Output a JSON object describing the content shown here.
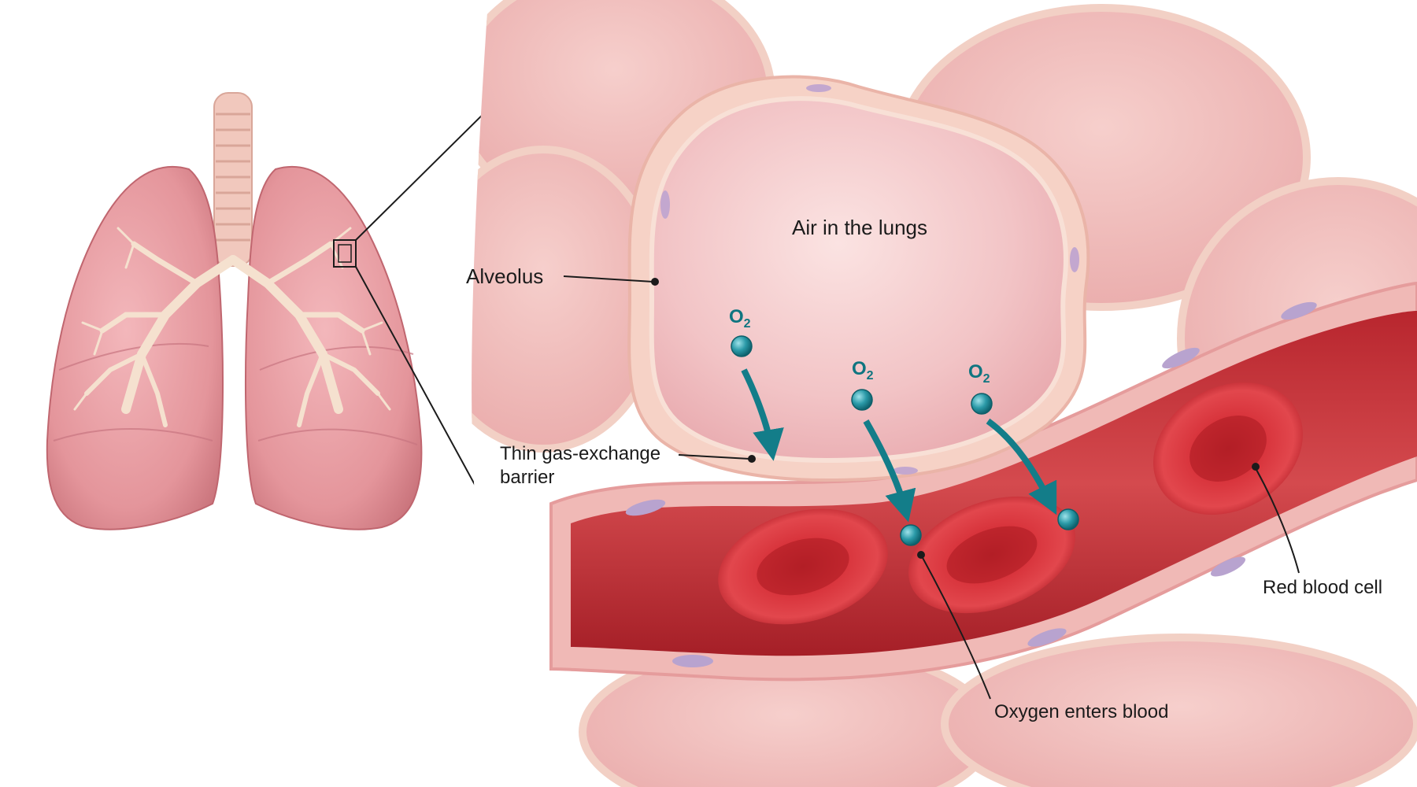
{
  "labels": {
    "air": "Air in the lungs",
    "alveolus": "Alveolus",
    "barrier_line1": "Thin gas-exchange",
    "barrier_line2": "barrier",
    "red_blood_cell": "Red blood cell",
    "oxygen_enters": "Oxygen enters blood"
  },
  "molecules": [
    {
      "symbol": "O",
      "subscript": "2"
    },
    {
      "symbol": "O",
      "subscript": "2"
    },
    {
      "symbol": "O",
      "subscript": "2"
    }
  ],
  "colors": {
    "lung": "#e79aa0",
    "lung_dark": "#c96f78",
    "trachea": "#f1c8bd",
    "bronchi": "#f3dcc9",
    "alveolus_wall": "#f6d2c6",
    "alveolus_inner": "#f2c2c6",
    "capillary": "#c9343c",
    "vessel_wall": "#f0b7b4",
    "rbc": "#d8323a",
    "rbc_center": "#b81f28",
    "nucleus": "#b8a3cf",
    "oxygen": "#2b9aa8",
    "arrow": "#137d89",
    "leader": "#1b1b1b"
  }
}
